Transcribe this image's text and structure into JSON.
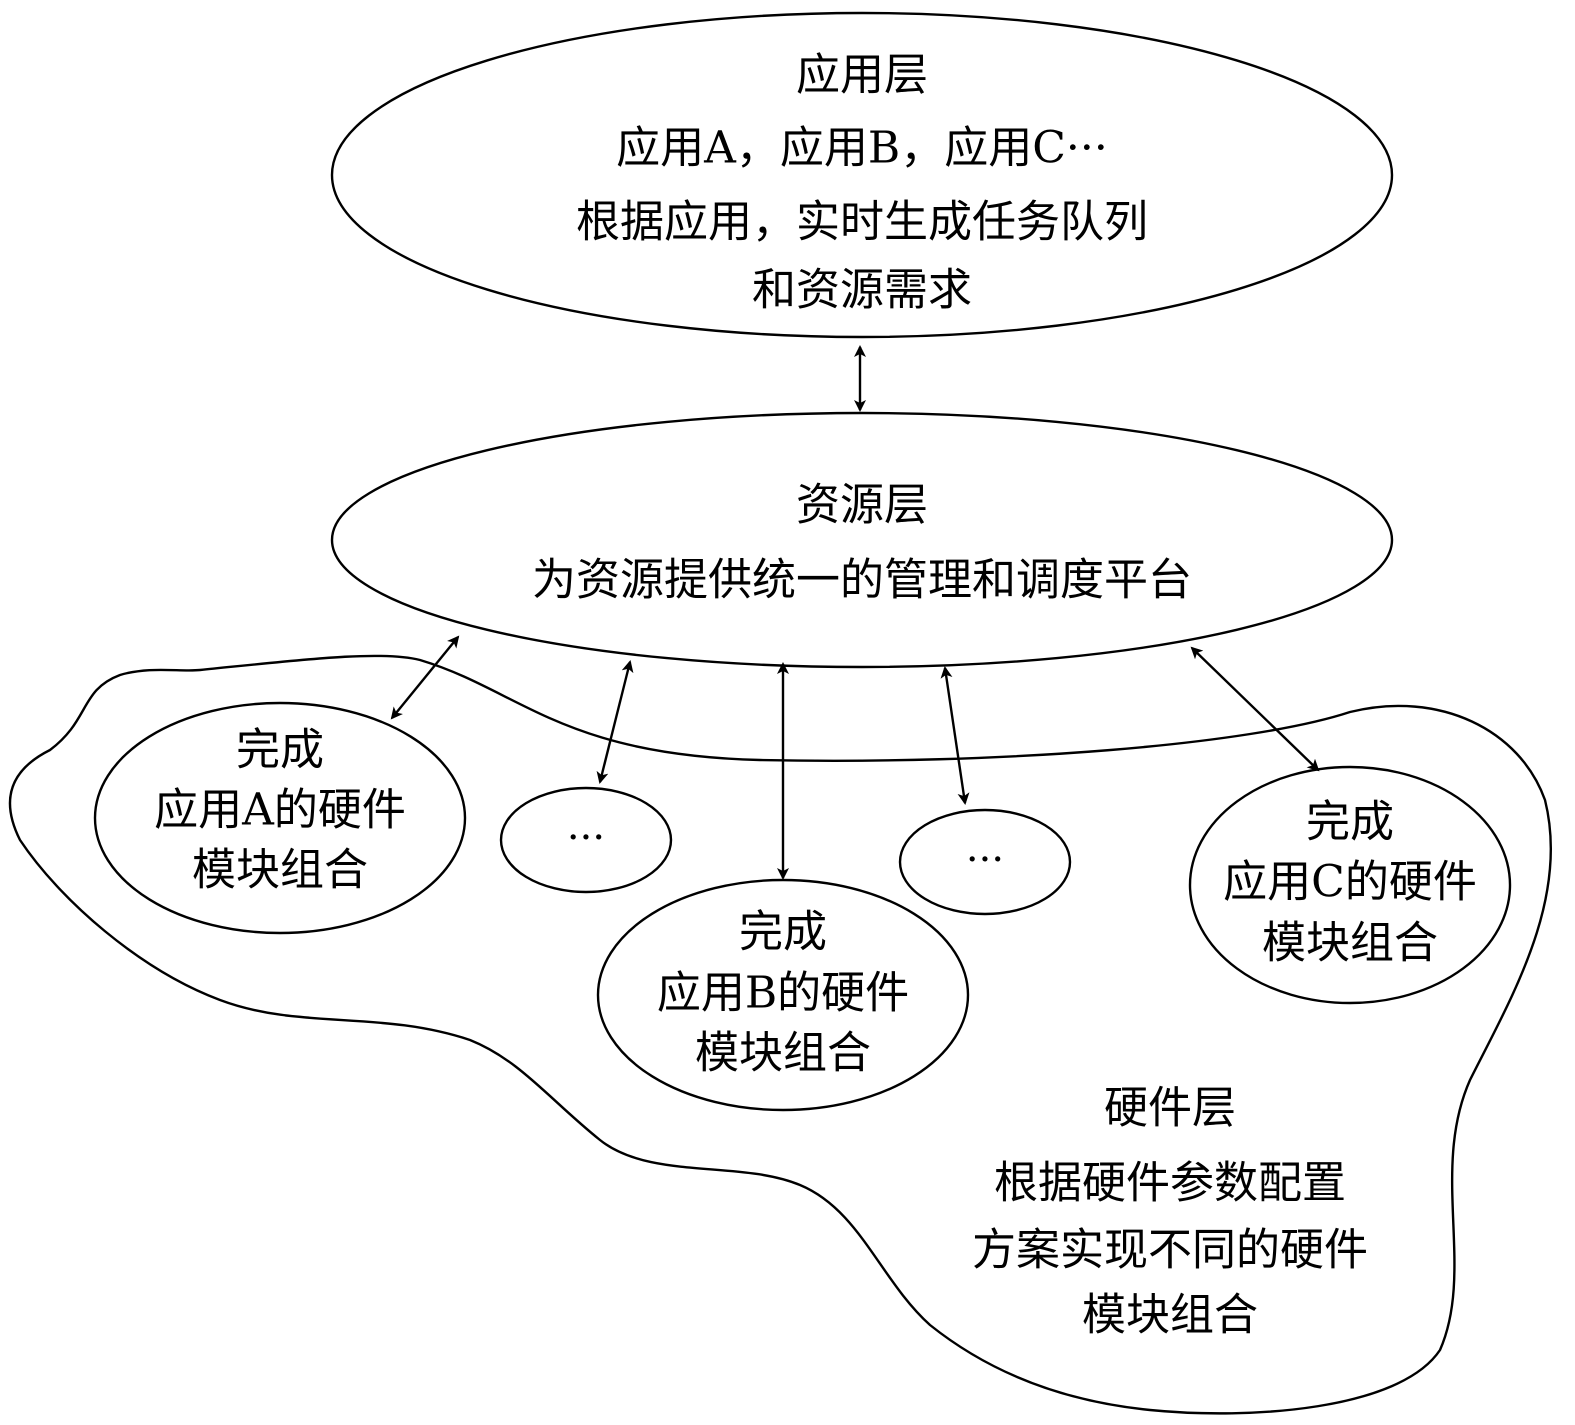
{
  "application_layer": {
    "lines": [
      "应用层",
      "应用A，应用B，应用C···",
      "根据应用，实时生成任务队列",
      "和资源需求"
    ]
  },
  "resource_layer": {
    "lines": [
      "资源层",
      "为资源提供统一的管理和调度平台"
    ]
  },
  "hardware_layer": {
    "lines": [
      "硬件层",
      "根据硬件参数配置",
      "方案实现不同的硬件",
      "模块组合"
    ]
  },
  "modules": {
    "a": {
      "lines": [
        "完成",
        "应用A的硬件",
        "模块组合"
      ]
    },
    "ellipsis_1": {
      "text": "···"
    },
    "b": {
      "lines": [
        "完成",
        "应用B的硬件",
        "模块组合"
      ]
    },
    "ellipsis_2": {
      "text": "···"
    },
    "c": {
      "lines": [
        "完成",
        "应用C的硬件",
        "模块组合"
      ]
    }
  }
}
